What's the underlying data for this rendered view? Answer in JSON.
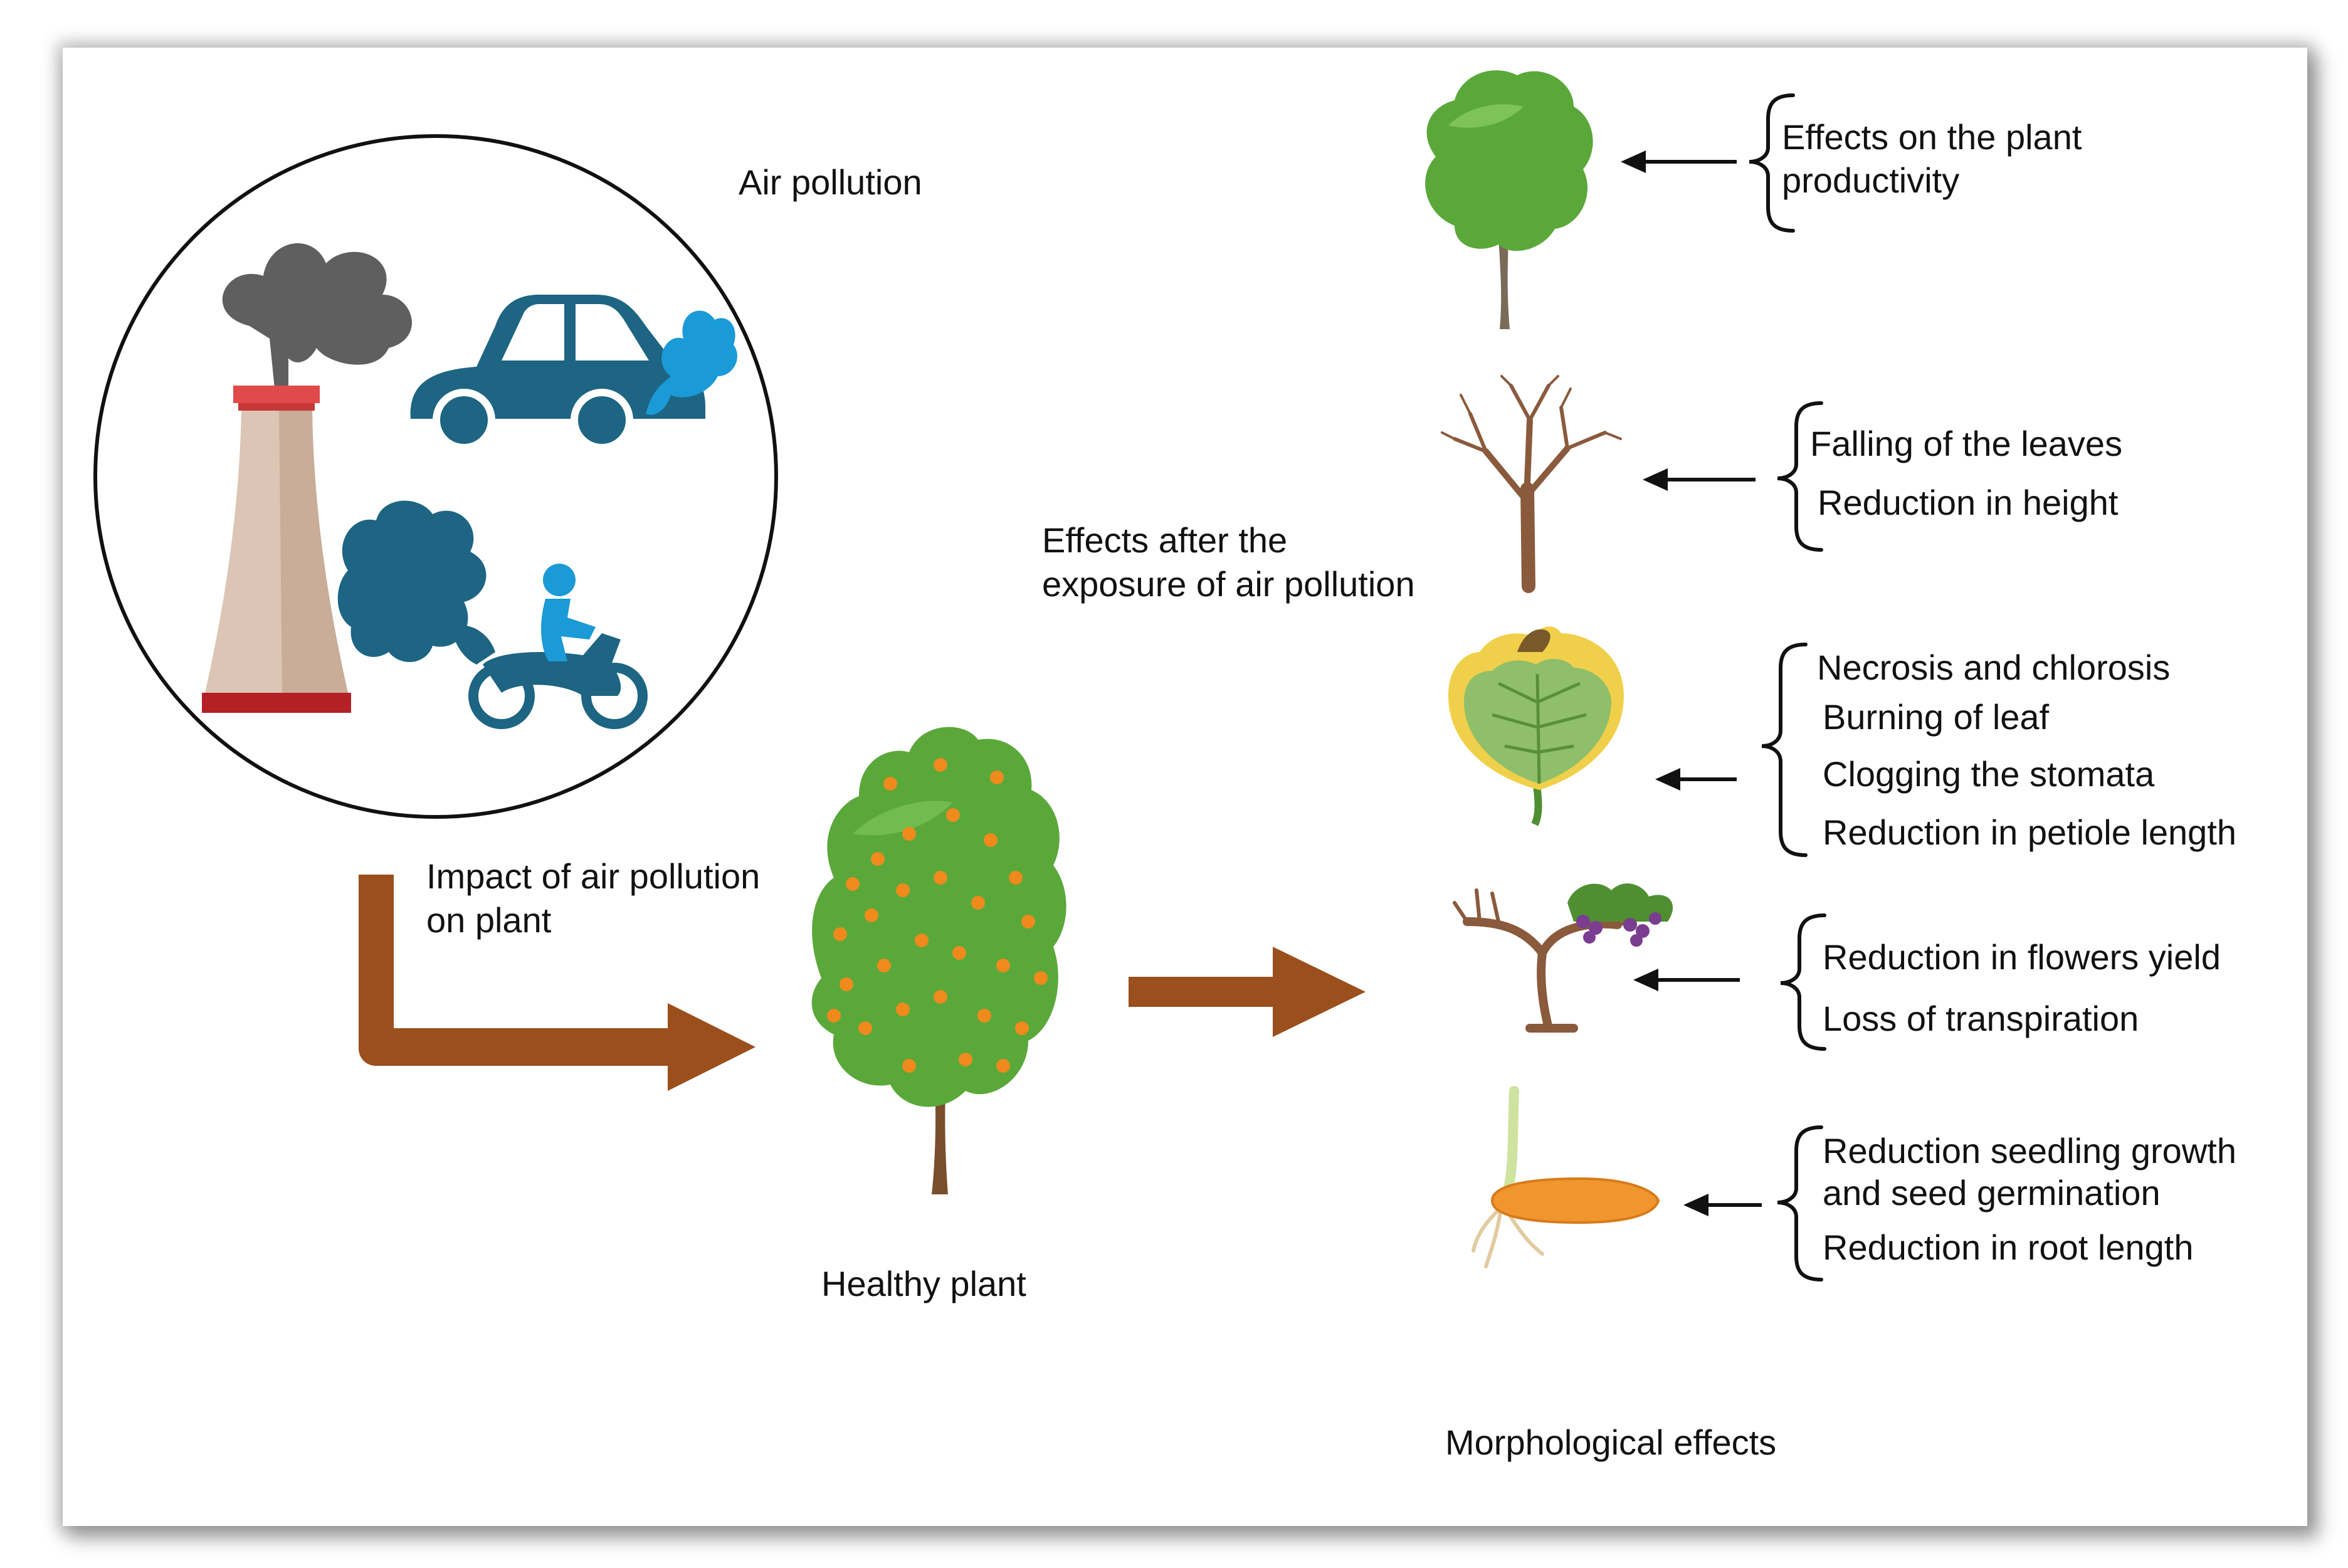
{
  "labels": {
    "air_pollution": "Air pollution",
    "effects_after_exposure": "Effects after the\nexposure of air pollution",
    "impact_on_plant": "Impact of air pollution\non  plant",
    "healthy_plant": "Healthy plant",
    "morphological_effects": "Morphological effects"
  },
  "effects": [
    {
      "icon": "green-tree-icon",
      "items": [
        "Effects on the plant",
        "productivity"
      ]
    },
    {
      "icon": "bare-tree-icon",
      "items": [
        "Falling of the leaves",
        "Reduction in height"
      ]
    },
    {
      "icon": "damaged-leaf-icon",
      "items": [
        "Necrosis and chlorosis",
        "Burning of leaf",
        "Clogging the stomata",
        "Reduction in petiole length"
      ]
    },
    {
      "icon": "grapevine-icon",
      "items": [
        "Reduction in flowers yield",
        "Loss of transpiration"
      ]
    },
    {
      "icon": "germinating-seed-icon",
      "items": [
        "Reduction seedling growth",
        "and seed germination",
        "Reduction in root length"
      ]
    }
  ],
  "colors": {
    "arrow_brown": "#9a4f1c",
    "vehicle_teal": "#1d6583",
    "exhaust_blue": "#1a9ad6",
    "smoke_gray": "#5f5f5f",
    "tree_green": "#5aa83a",
    "fruit_orange": "#f08a1c"
  }
}
